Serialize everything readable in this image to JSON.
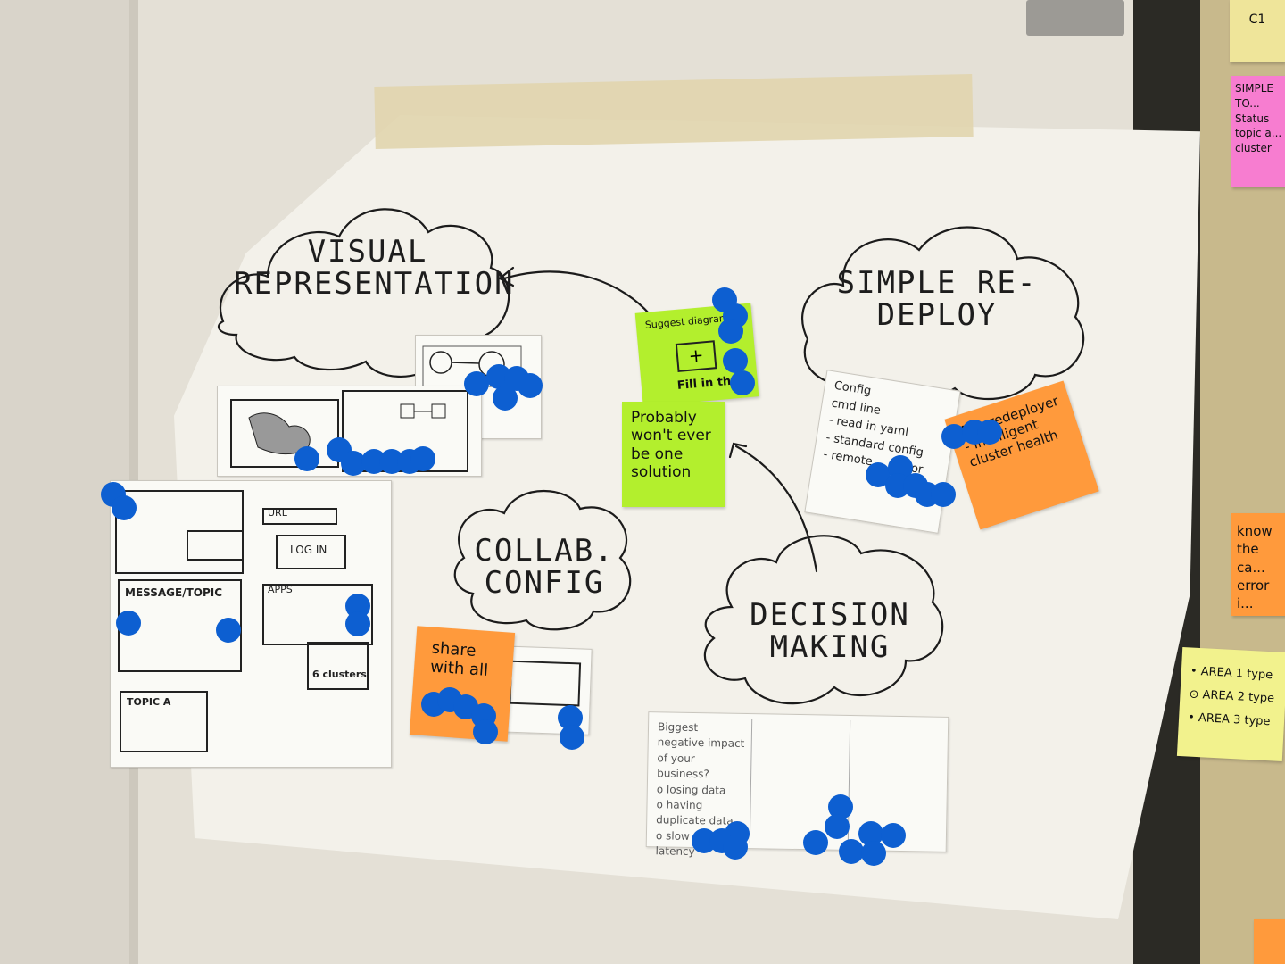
{
  "clouds": {
    "visual": "VISUAL REPRESENTATION",
    "redeploy": "SIMPLE RE-DEPLOY",
    "collab": "COLLAB. CONFIG",
    "decision": "DECISION MAKING"
  },
  "notes": {
    "probably": "Probably won't ever be one solution",
    "suggest": "Suggest diagram",
    "fill": "Fill in the",
    "share": "share with all",
    "rotated_orange": "Autoredeployer - Intelligent cluster health",
    "config_title": "Config",
    "config_lines": [
      "cmd line",
      "- read in yaml",
      "- standard config",
      "- remote ... terror"
    ],
    "message_topic": "MESSAGE/TOPIC",
    "topic_a": "TOPIC A",
    "apps": "APPS",
    "log_in": "LOG IN",
    "url": "URL",
    "clusters": "6 clusters",
    "decision_sheet": [
      "Biggest negative impact of your business?",
      "o losing data",
      "o having duplicate data",
      "o slow data/high latency"
    ],
    "right_pink": [
      "SIMPLE TO...",
      "Status",
      "topic a...",
      "cluster"
    ],
    "right_orange": [
      "know",
      "the ca...",
      "error i..."
    ],
    "right_yellow": [
      "• AREA 1 type",
      "⊙ AREA 2 type",
      "• AREA 3 type"
    ],
    "right_corner": "C1"
  },
  "colors": {
    "dot": "#0d5fd1",
    "green": "#b3ef2d",
    "orange": "#ff9a3c"
  }
}
